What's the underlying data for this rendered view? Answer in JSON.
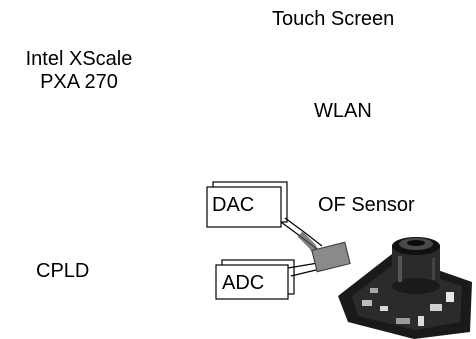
{
  "labels": {
    "touch_screen": "Touch Screen",
    "xscale_line1": "Intel XScale",
    "xscale_line2": "PXA 270",
    "wlan": "WLAN",
    "of_sensor": "OF Sensor",
    "cpld": "CPLD"
  },
  "boxes": {
    "dac": "DAC",
    "adc": "ADC"
  },
  "colors": {
    "ink": "#000000",
    "background": "#ffffff",
    "board": "#1a1a1a"
  }
}
